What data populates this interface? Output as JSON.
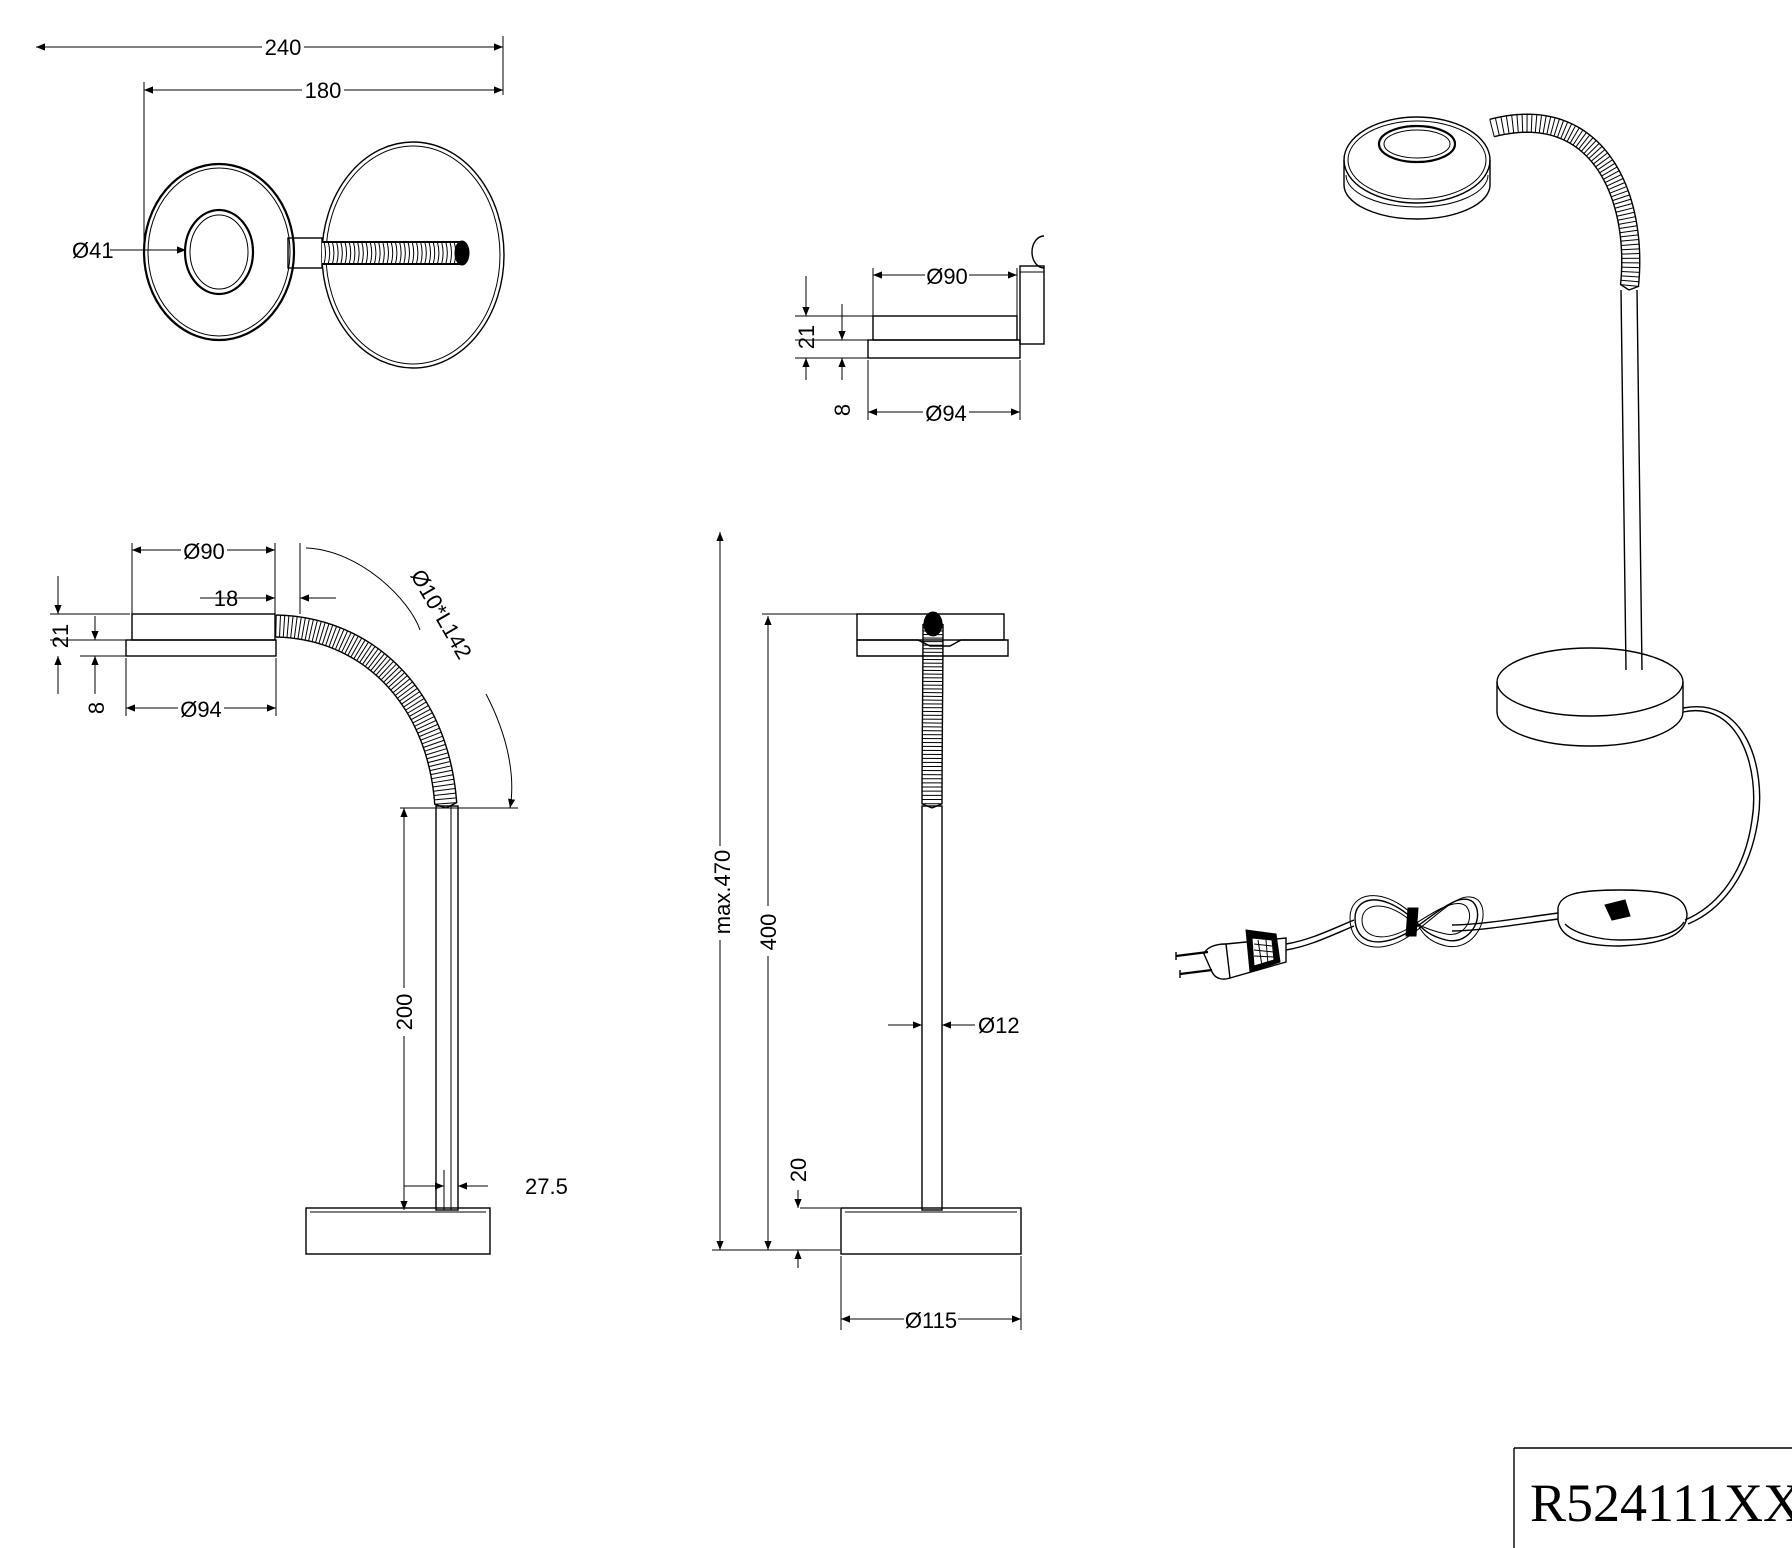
{
  "drawing": {
    "model_number": "R524111XX",
    "top_view": {
      "overall_width": "240",
      "head_width": "180",
      "ring_diameter": "Ø41"
    },
    "head_detail": {
      "top_diameter": "Ø90",
      "height": "21",
      "rim_height": "8",
      "base_diameter": "Ø94"
    },
    "side_view": {
      "head_diameter": "Ø90",
      "offset": "18",
      "height": "21",
      "rim_height": "8",
      "base_diameter": "Ø94",
      "gooseneck": "Ø10*L142",
      "stem_height": "200",
      "stem_offset": "27.5"
    },
    "front_view": {
      "max_height": "max.470",
      "height": "400",
      "stem_diameter": "Ø12",
      "base_height": "20",
      "base_diameter": "Ø115"
    }
  }
}
